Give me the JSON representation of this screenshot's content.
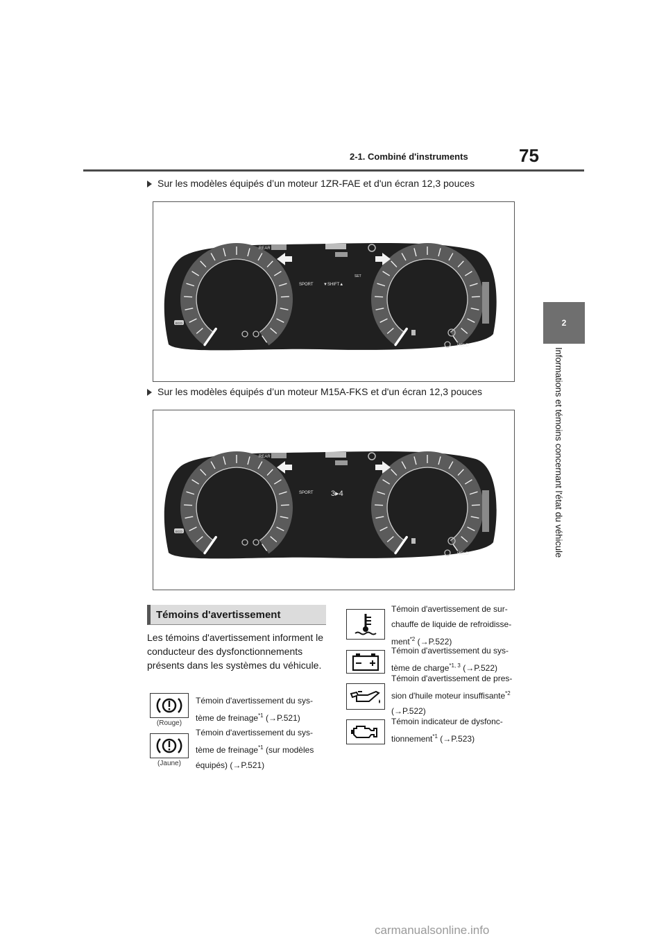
{
  "header": {
    "section_title": "2-1. Combiné d'instruments",
    "page_number": "75"
  },
  "side_tab": {
    "chapter_number": "2",
    "chapter_title": "Informations et témoins concernant l'état du véhicule"
  },
  "figures": [
    {
      "caption": "Sur les modèles équipés d’un moteur 1ZR-FAE et d'un écran 12,3 pouces",
      "labels": {
        "rear": "REAR",
        "sport": "SPORT",
        "shift": "▼SHIFT▲",
        "set": "SET",
        "eco": "ECO",
        "hold": "HOLD",
        "gear": ""
      }
    },
    {
      "caption": "Sur les modèles équipés d’un moteur M15A-FKS et d'un écran 12,3 pouces",
      "labels": {
        "rear": "REAR",
        "sport": "SPORT",
        "shift": "",
        "set": "",
        "eco": "ECO",
        "hold": "HOLD",
        "gear": "3▸4"
      }
    }
  ],
  "warnings_section": {
    "heading": "Témoins d'avertissement",
    "intro": "Les témoins d'avertissement informent le conducteur des dysfonctionnements présents dans les systèmes du véhicule.",
    "left_items": [
      {
        "icon": "brake-warning-icon",
        "sublabel": "(Rouge)",
        "line1": "Témoin d'avertissement du sys-",
        "line2a": "tème de freinage",
        "sup": "*1",
        "line2b": " (→P.521)",
        "line3": ""
      },
      {
        "icon": "brake-warning-icon",
        "sublabel": "(Jaune)",
        "line1": "Témoin d'avertissement du sys-",
        "line2a": "tème de freinage",
        "sup": "*1",
        "line2b": " (sur modèles",
        "line3": "équipés) (→P.521)"
      }
    ],
    "right_items": [
      {
        "icon": "coolant-temperature-icon",
        "line1": "Témoin d'avertissement de sur-",
        "line2": "chauffe de liquide de refroidisse-",
        "line3a": "ment",
        "sup": "*2",
        "line3b": " (→P.522)"
      },
      {
        "icon": "battery-charge-icon",
        "line1": "Témoin d'avertissement du sys-",
        "line2a": "tème de charge",
        "sup": "*1, 3",
        "line2b": " (→P.522)"
      },
      {
        "icon": "oil-pressure-icon",
        "line1": "Témoin d'avertissement de pres-",
        "line2a": "sion d'huile moteur insuffisante",
        "sup": "*2",
        "line3": "(→P.522)"
      },
      {
        "icon": "engine-malfunction-icon",
        "line1": "Témoin indicateur de dysfonc-",
        "line2a": "tionnement",
        "sup": "*1",
        "line2b": " (→P.523)"
      }
    ]
  },
  "footer": {
    "watermark": "carmanualsonline.info"
  }
}
